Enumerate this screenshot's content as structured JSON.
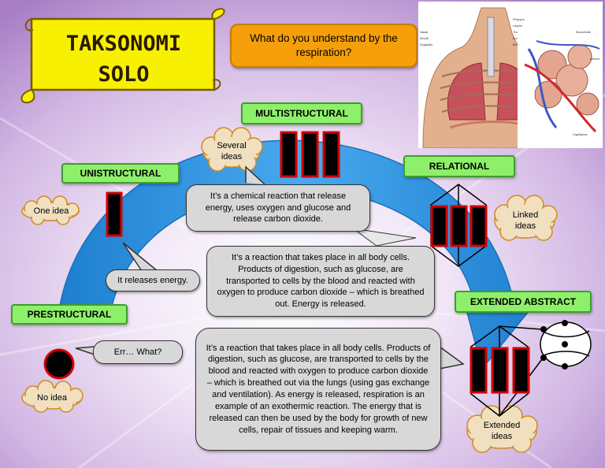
{
  "title": {
    "line1": "TAKSONOMI",
    "line2": "SOLO"
  },
  "question": "What do you understand by the respiration?",
  "levels": {
    "prestructural": "PRESTRUCTURAL",
    "unistructural": "UNISTRUCTURAL",
    "multistructural": "MULTISTRUCTURAL",
    "relational": "RELATIONAL",
    "extended_abstract": "EXTENDED ABSTRACT"
  },
  "clouds": {
    "no_idea": "No idea",
    "one_idea": "One idea",
    "several_ideas": "Several ideas",
    "linked_ideas": "Linked ideas",
    "extended_ideas": "Extended ideas"
  },
  "answers": {
    "prestructural": "Err… What?",
    "unistructural": "It releases energy.",
    "multistructural": "It’s a chemical reaction that release energy, uses oxygen and glucose and release carbon dioxide.",
    "relational": "It’s a reaction that takes place in all body cells. Products of digestion, such as glucose, are transported to cells by the blood and reacted with oxygen to produce carbon dioxide – which is breathed out. Energy is released.",
    "extended_abstract": "It’s a reaction that takes place in all body cells. Products of digestion, such as glucose, are transported to cells by the blood and reacted with oxygen to produce carbon dioxide – which is breathed out via the lungs (using gas exchange and ventilation). As energy is released, respiration is an example of an exothermic reaction. The energy that is released can then be used by the body for growth of new cells, repair of tissues and keeping warm."
  },
  "images": {
    "left": "respiratory-system-illustration",
    "right": "alveoli-illustration"
  },
  "colors": {
    "level_box": "#8ef06a",
    "question_box": "#f5a00a",
    "arc": "#2f95df",
    "scroll": "#f7f000",
    "bar": "#000000",
    "bar_border": "#d40000"
  }
}
